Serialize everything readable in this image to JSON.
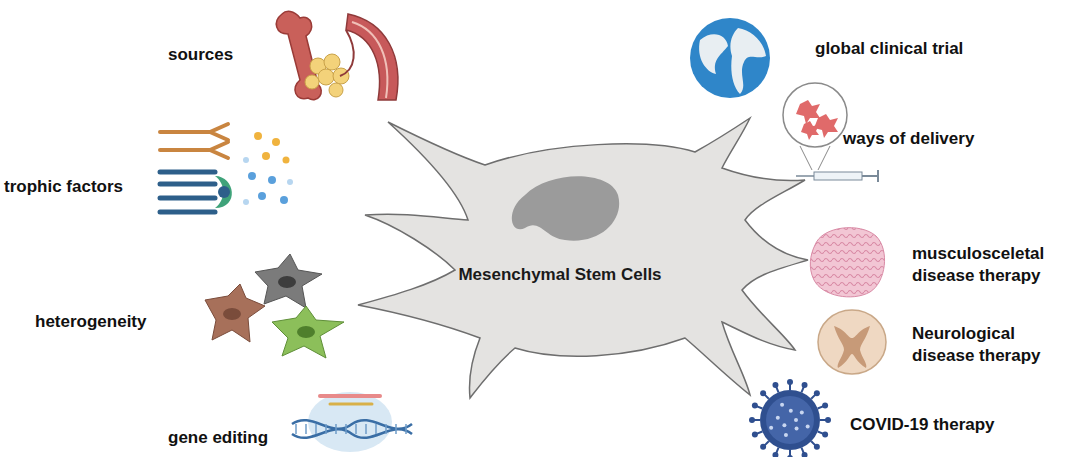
{
  "diagram": {
    "nodes": [
      {
        "text": [
          "Mesenchymal Stem Cells"
        ]
      }
    ],
    "edges": [],
    "labels": [
      "sources",
      "trophic factors",
      "heterogeneity",
      "gene editing",
      "global clinical trial",
      "ways of delivery",
      "musculosceletal disease therapy",
      "Neurological disease therapy",
      "COVID-19 therapy"
    ]
  }
}
